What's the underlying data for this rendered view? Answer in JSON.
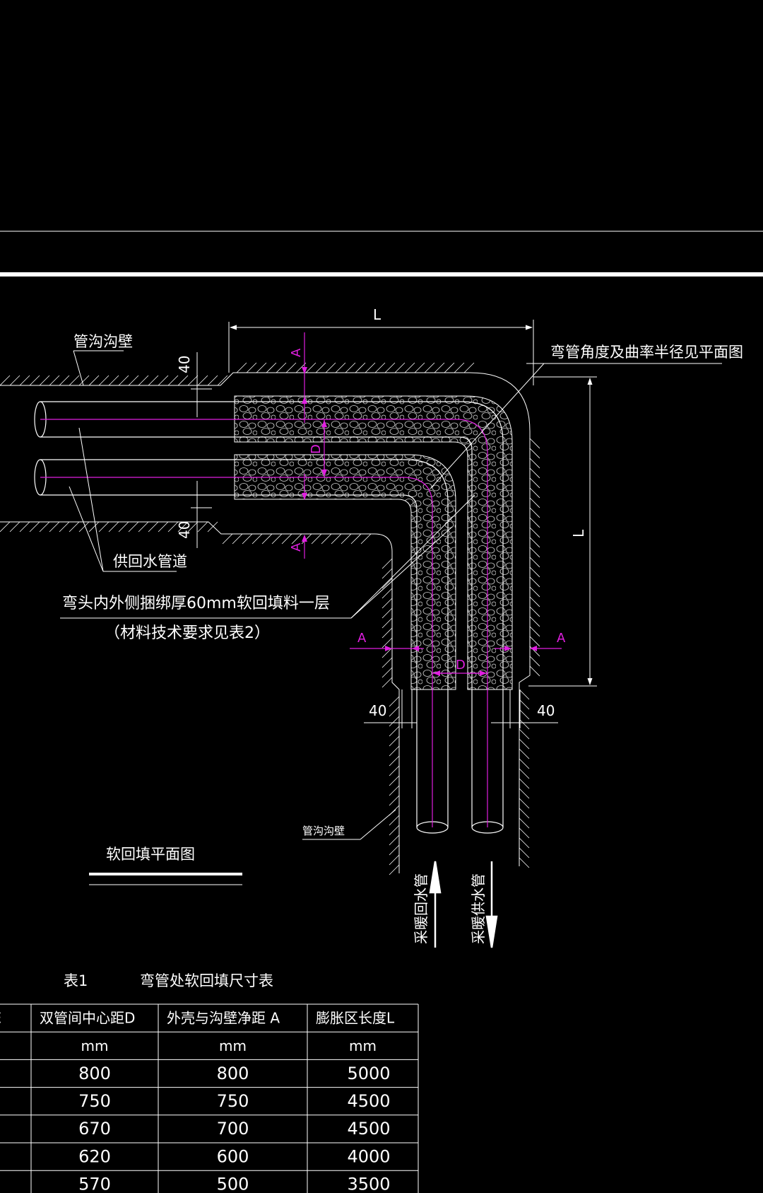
{
  "labels": {
    "trench_wall_top": "管沟沟壁",
    "bend_note": "弯管角度及曲率半径见平面图",
    "pipes": "供回水管道",
    "wrap_note": "弯头内外侧捆绑厚60mm软回填料一层",
    "material_note": "（材料技术要求见表2）",
    "trench_wall_bottom": "管沟沟壁",
    "plan_title": "软回填平面图",
    "return_pipe": "采暖回水管",
    "supply_pipe": "采暖供水管"
  },
  "dims": {
    "L_top": "L",
    "L_right": "L",
    "forty_top": "40",
    "forty_left": "40",
    "forty_bottom_left": "40",
    "forty_bottom_right": "40",
    "A_top": "A",
    "A_bottom": "A",
    "A_left": "A",
    "A_right": "A",
    "D_mid": "D",
    "D_low": "D"
  },
  "table": {
    "title_no": "表1",
    "title": "弯管处软回填尺寸表",
    "first_col_fragment": "E",
    "headers": [
      "双管间中心距D",
      "外壳与沟壁净距 A",
      "膨胀区长度L"
    ],
    "units": [
      "mm",
      "mm",
      "mm"
    ],
    "rows": [
      [
        "800",
        "800",
        "5000"
      ],
      [
        "750",
        "750",
        "4500"
      ],
      [
        "670",
        "700",
        "4500"
      ],
      [
        "620",
        "600",
        "4000"
      ],
      [
        "570",
        "500",
        "3500"
      ]
    ],
    "row_first_fragments": [
      ")",
      ")",
      ")",
      ")",
      ")"
    ]
  }
}
